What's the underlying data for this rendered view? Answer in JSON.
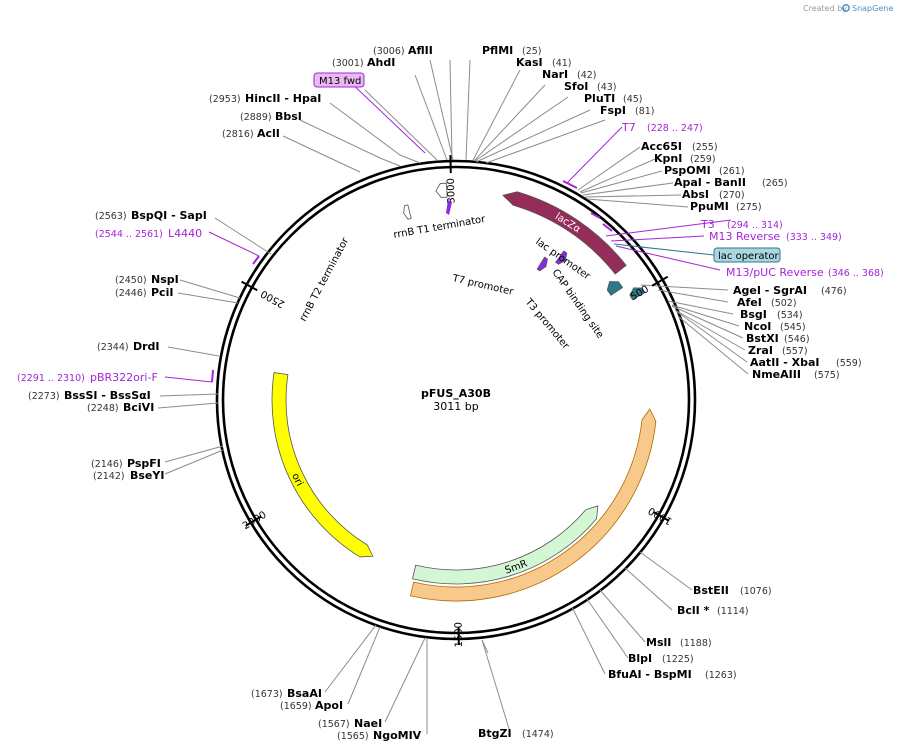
{
  "plasmid": {
    "name": "pFUS_A30B",
    "size_label": "3011 bp",
    "length": 3011
  },
  "credit": {
    "created_by": "Created by",
    "brand": "SnapGene"
  },
  "ticks": [
    {
      "pos": 3000,
      "label": "3000"
    },
    {
      "pos": 500,
      "label": "500"
    },
    {
      "pos": 1000,
      "label": "1000"
    },
    {
      "pos": 1500,
      "label": "1500"
    },
    {
      "pos": 2000,
      "label": "2000"
    },
    {
      "pos": 2500,
      "label": "2500"
    }
  ],
  "features": [
    {
      "name": "lacZα",
      "start": 108,
      "end": 432,
      "strand": -1,
      "track": 0,
      "color": "#952d5a",
      "label_inside": true,
      "label_color": "#ffffff"
    },
    {
      "name": "SmR",
      "start": 1060,
      "end": 1620,
      "strand": -1,
      "track": 2,
      "color": "#d2f7d2",
      "label_inside": true,
      "label_color": "#000000"
    },
    {
      "name": "",
      "start": 775,
      "end": 1615,
      "strand": -1,
      "track": 1,
      "color": "#f7c98a",
      "label_inside": false,
      "label_color": "#000000"
    },
    {
      "name": "ori",
      "start": 1740,
      "end": 2330,
      "strand": -1,
      "track": 2,
      "color": "#ffff00",
      "label_inside": true,
      "label_color": "#000000"
    },
    {
      "name": "lac promoter",
      "start": 438,
      "end": 468,
      "strand": -1,
      "track": 1,
      "color": "#2b7a8c",
      "label_inside": false,
      "label_color": "#000000"
    },
    {
      "name": "CAP binding site",
      "start": 483,
      "end": 505,
      "strand": -1,
      "track": 0,
      "color": "#2b7a8c",
      "label_inside": false,
      "label_color": "#000000"
    },
    {
      "name": "rrnB T1 terminator",
      "start": 2965,
      "end": 2990,
      "strand": -1,
      "track": 0,
      "color": "#ffffff",
      "label_inside": false,
      "label_color": "#000000"
    },
    {
      "name": "rrnB T2 terminator",
      "start": 2880,
      "end": 2895,
      "strand": -1,
      "track": 1,
      "color": "#ffffff",
      "label_inside": false,
      "label_color": "#000000"
    },
    {
      "name": "T7 promoter",
      "start": 300,
      "end": 318,
      "strand": 1,
      "track": 2,
      "color": "#8a2be2",
      "label_inside": false,
      "label_color": "#000000"
    },
    {
      "name": "T3 promoter",
      "start": 266,
      "end": 284,
      "strand": 1,
      "track": 3,
      "color": "#8a2be2",
      "label_inside": false,
      "label_color": "#000000"
    }
  ],
  "sites_left": [
    {
      "name": "AflII",
      "pos": "(3006)"
    },
    {
      "name": "AhdI",
      "pos": "(3001)"
    },
    {
      "name": "HincII - HpaI",
      "pos": "(2953)"
    },
    {
      "name": "BbsI",
      "pos": "(2889)"
    },
    {
      "name": "AclI",
      "pos": "(2816)"
    },
    {
      "name": "BspQI - SapI",
      "pos": "(2563)"
    },
    {
      "name": "NspI",
      "pos": "(2450)"
    },
    {
      "name": "PciI",
      "pos": "(2446)"
    },
    {
      "name": "DrdI",
      "pos": "(2344)"
    },
    {
      "name": "BssSI - BssSαI",
      "pos": "(2273)"
    },
    {
      "name": "BciVI",
      "pos": "(2248)"
    },
    {
      "name": "PspFI",
      "pos": "(2146)"
    },
    {
      "name": "BseYI",
      "pos": "(2142)"
    },
    {
      "name": "BsaAI",
      "pos": "(1673)"
    },
    {
      "name": "ApoI",
      "pos": "(1659)"
    },
    {
      "name": "NaeI",
      "pos": "(1567)"
    },
    {
      "name": "NgoMIV",
      "pos": "(1565)"
    }
  ],
  "sites_right": [
    {
      "name": "PflMI",
      "pos": "(25)"
    },
    {
      "name": "KasI",
      "pos": "(41)"
    },
    {
      "name": "NarI",
      "pos": "(42)"
    },
    {
      "name": "SfoI",
      "pos": "(43)"
    },
    {
      "name": "PluTI",
      "pos": "(45)"
    },
    {
      "name": "FspI",
      "pos": "(81)"
    },
    {
      "name": "Acc65I",
      "pos": "(255)"
    },
    {
      "name": "KpnI",
      "pos": "(259)"
    },
    {
      "name": "PspOMI",
      "pos": "(261)"
    },
    {
      "name": "ApaI - BanII",
      "pos": "(265)"
    },
    {
      "name": "AbsI",
      "pos": "(270)"
    },
    {
      "name": "PpuMI",
      "pos": "(275)"
    },
    {
      "name": "AgeI - SgrAI",
      "pos": "(476)"
    },
    {
      "name": "AfeI",
      "pos": "(502)"
    },
    {
      "name": "BsgI",
      "pos": "(534)"
    },
    {
      "name": "NcoI",
      "pos": "(545)"
    },
    {
      "name": "BstXI",
      "pos": "(546)"
    },
    {
      "name": "ZraI",
      "pos": "(557)"
    },
    {
      "name": "AatII - XbaI",
      "pos": "(559)"
    },
    {
      "name": "NmeAIII",
      "pos": "(575)"
    },
    {
      "name": "BstEII",
      "pos": "(1076)"
    },
    {
      "name": "BclI *",
      "pos": "(1114)"
    },
    {
      "name": "MslI",
      "pos": "(1188)"
    },
    {
      "name": "BlpI",
      "pos": "(1225)"
    },
    {
      "name": "BfuAI - BspMI",
      "pos": "(1263)"
    },
    {
      "name": "BtgZI",
      "pos": "(1474)"
    }
  ],
  "primers": [
    {
      "name": "T7",
      "range": "(228 .. 247)"
    },
    {
      "name": "T3",
      "range": "(294 .. 314)"
    },
    {
      "name": "M13 Reverse",
      "range": "(333 .. 349)"
    },
    {
      "name": "M13/pUC Reverse",
      "range": "(346 .. 368)"
    },
    {
      "name": "L4440",
      "range": "(2544 .. 2561)"
    },
    {
      "name": "pBR322ori-F",
      "range": "(2291 .. 2310)"
    }
  ],
  "boxed_labels": [
    {
      "name": "M13 fwd",
      "fill": "#e9b8f2",
      "stroke": "#a424d9"
    },
    {
      "name": "lac operator",
      "fill": "#a9d6df",
      "stroke": "#2b7a8c"
    }
  ],
  "colors": {
    "primer": "#a424d9",
    "backbone": "#000000",
    "leader": "#8c8c8c"
  }
}
